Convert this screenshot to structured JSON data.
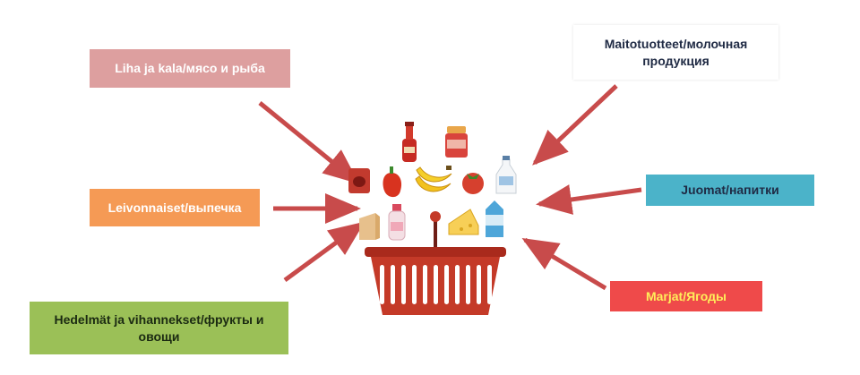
{
  "labels": {
    "meat": {
      "text": "Liha ja kala/мясо и рыба",
      "color": "#dd9f9f"
    },
    "dairy": {
      "line1": "Maitotuotteet/молочная",
      "line2": "продукция",
      "color": "#ffffff"
    },
    "pastry": {
      "text": "Leivonnaiset/выпечка",
      "color": "#f59a55"
    },
    "drinks": {
      "text": "Juomat/напитки",
      "color": "#4bb3c9"
    },
    "berries": {
      "text": "Marjat/Ягоды",
      "color": "#ef4a4a"
    },
    "fruits": {
      "line1": "Hedelmät ja vihannekset/фрукты и",
      "line2": "овощи",
      "color": "#9bc057"
    }
  },
  "arrow_color": "#c84b4b",
  "basket_color": "#c43a28",
  "icons": [
    "meat-package-icon",
    "ketchup-bottle-icon",
    "jam-jar-icon",
    "milk-bottle-icon",
    "bell-pepper-icon",
    "banana-icon",
    "tomato-icon",
    "cheese-icon",
    "yogurt-bottle-icon",
    "milk-carton-icon",
    "bread-icon",
    "shopping-basket-icon"
  ]
}
